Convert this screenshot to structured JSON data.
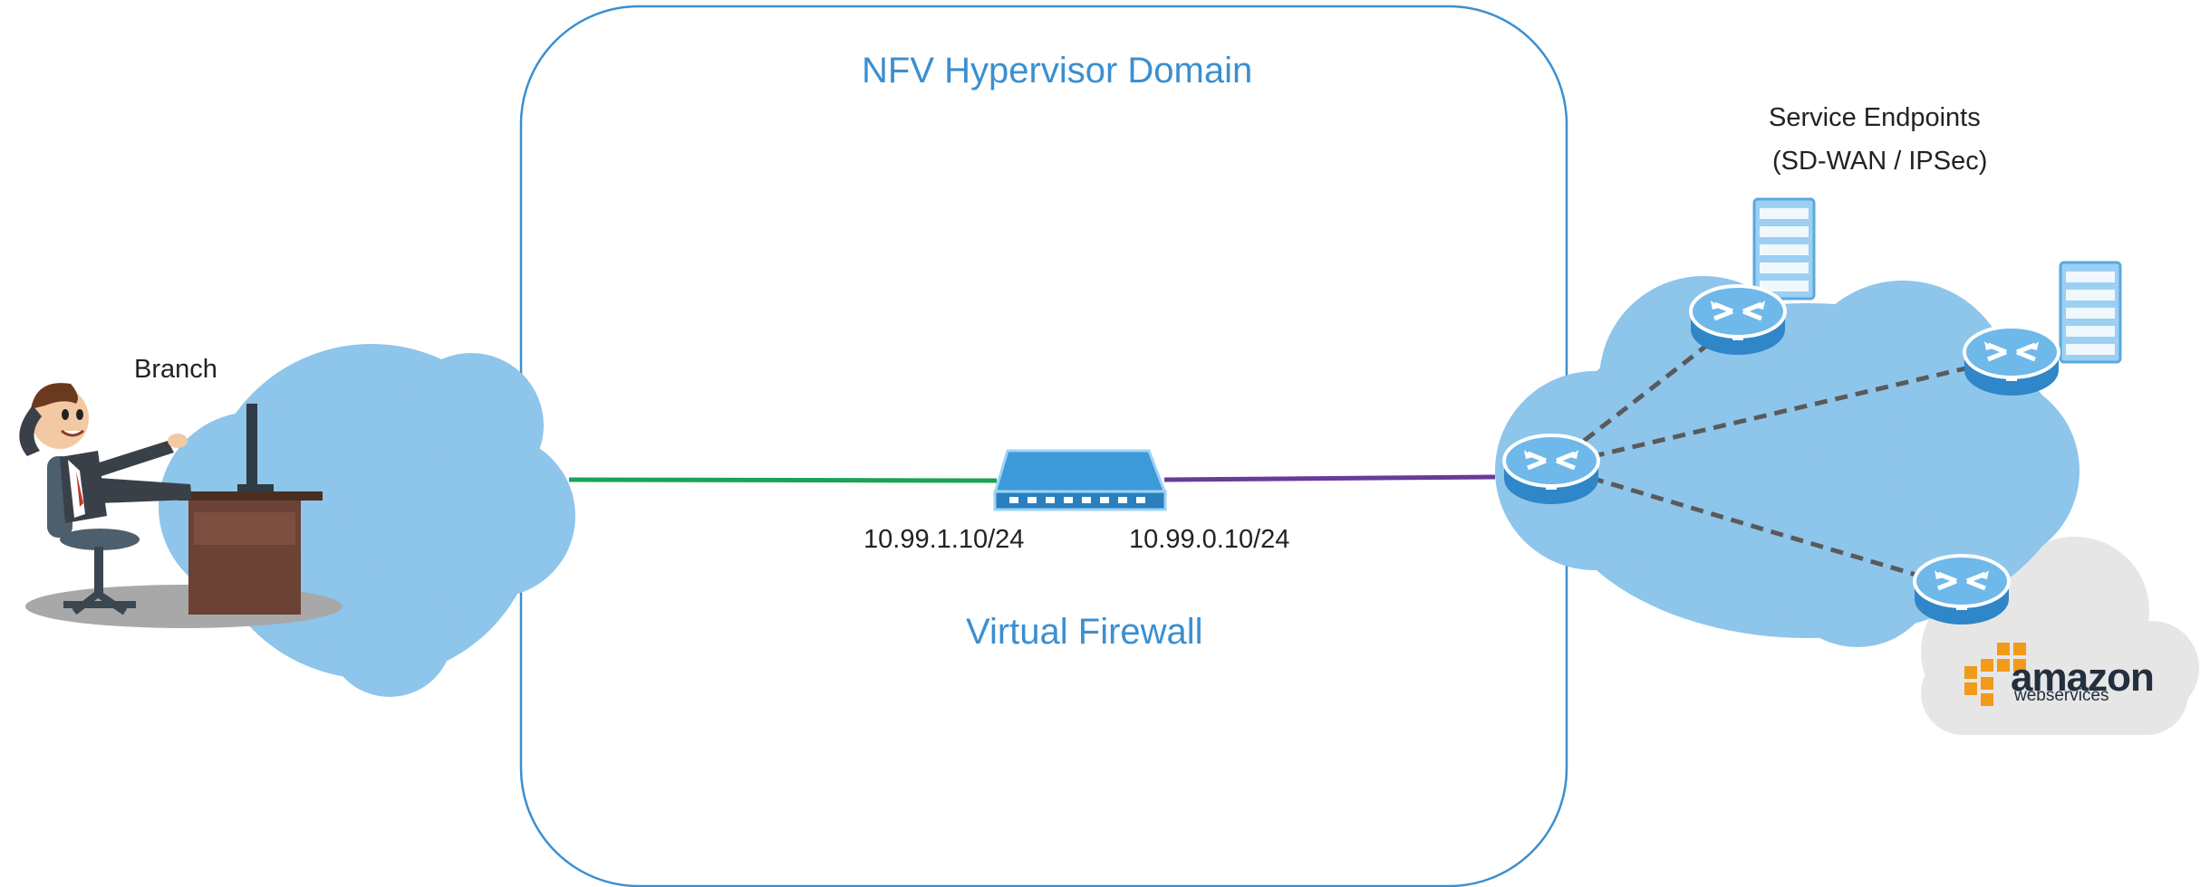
{
  "diagram": {
    "domain_title": "NFV Hypervisor Domain",
    "firewall_label": "Virtual Firewall",
    "branch_label": "Branch",
    "left_interface_ip": "10.99.1.10/24",
    "right_interface_ip": "10.99.0.10/24",
    "service_endpoints_line1": "Service Endpoints",
    "service_endpoints_line2": "(SD-WAN / IPSec)",
    "aws_logo_word": "amazon",
    "aws_logo_sub": "webservices"
  },
  "colors": {
    "domain_border": "#3b8fd0",
    "cloud_fill": "#8ec5ea",
    "aws_cloud_fill": "#e6e6e6",
    "branch_link": "#1aa355",
    "wan_link": "#6a3a9a",
    "mesh_link": "#5a5a5a",
    "device_blue": "#3d9ad9"
  },
  "icons": [
    "person-at-desk-icon",
    "firewall-switch-icon",
    "router-icon",
    "server-rack-icon",
    "aws-logo-icon"
  ]
}
